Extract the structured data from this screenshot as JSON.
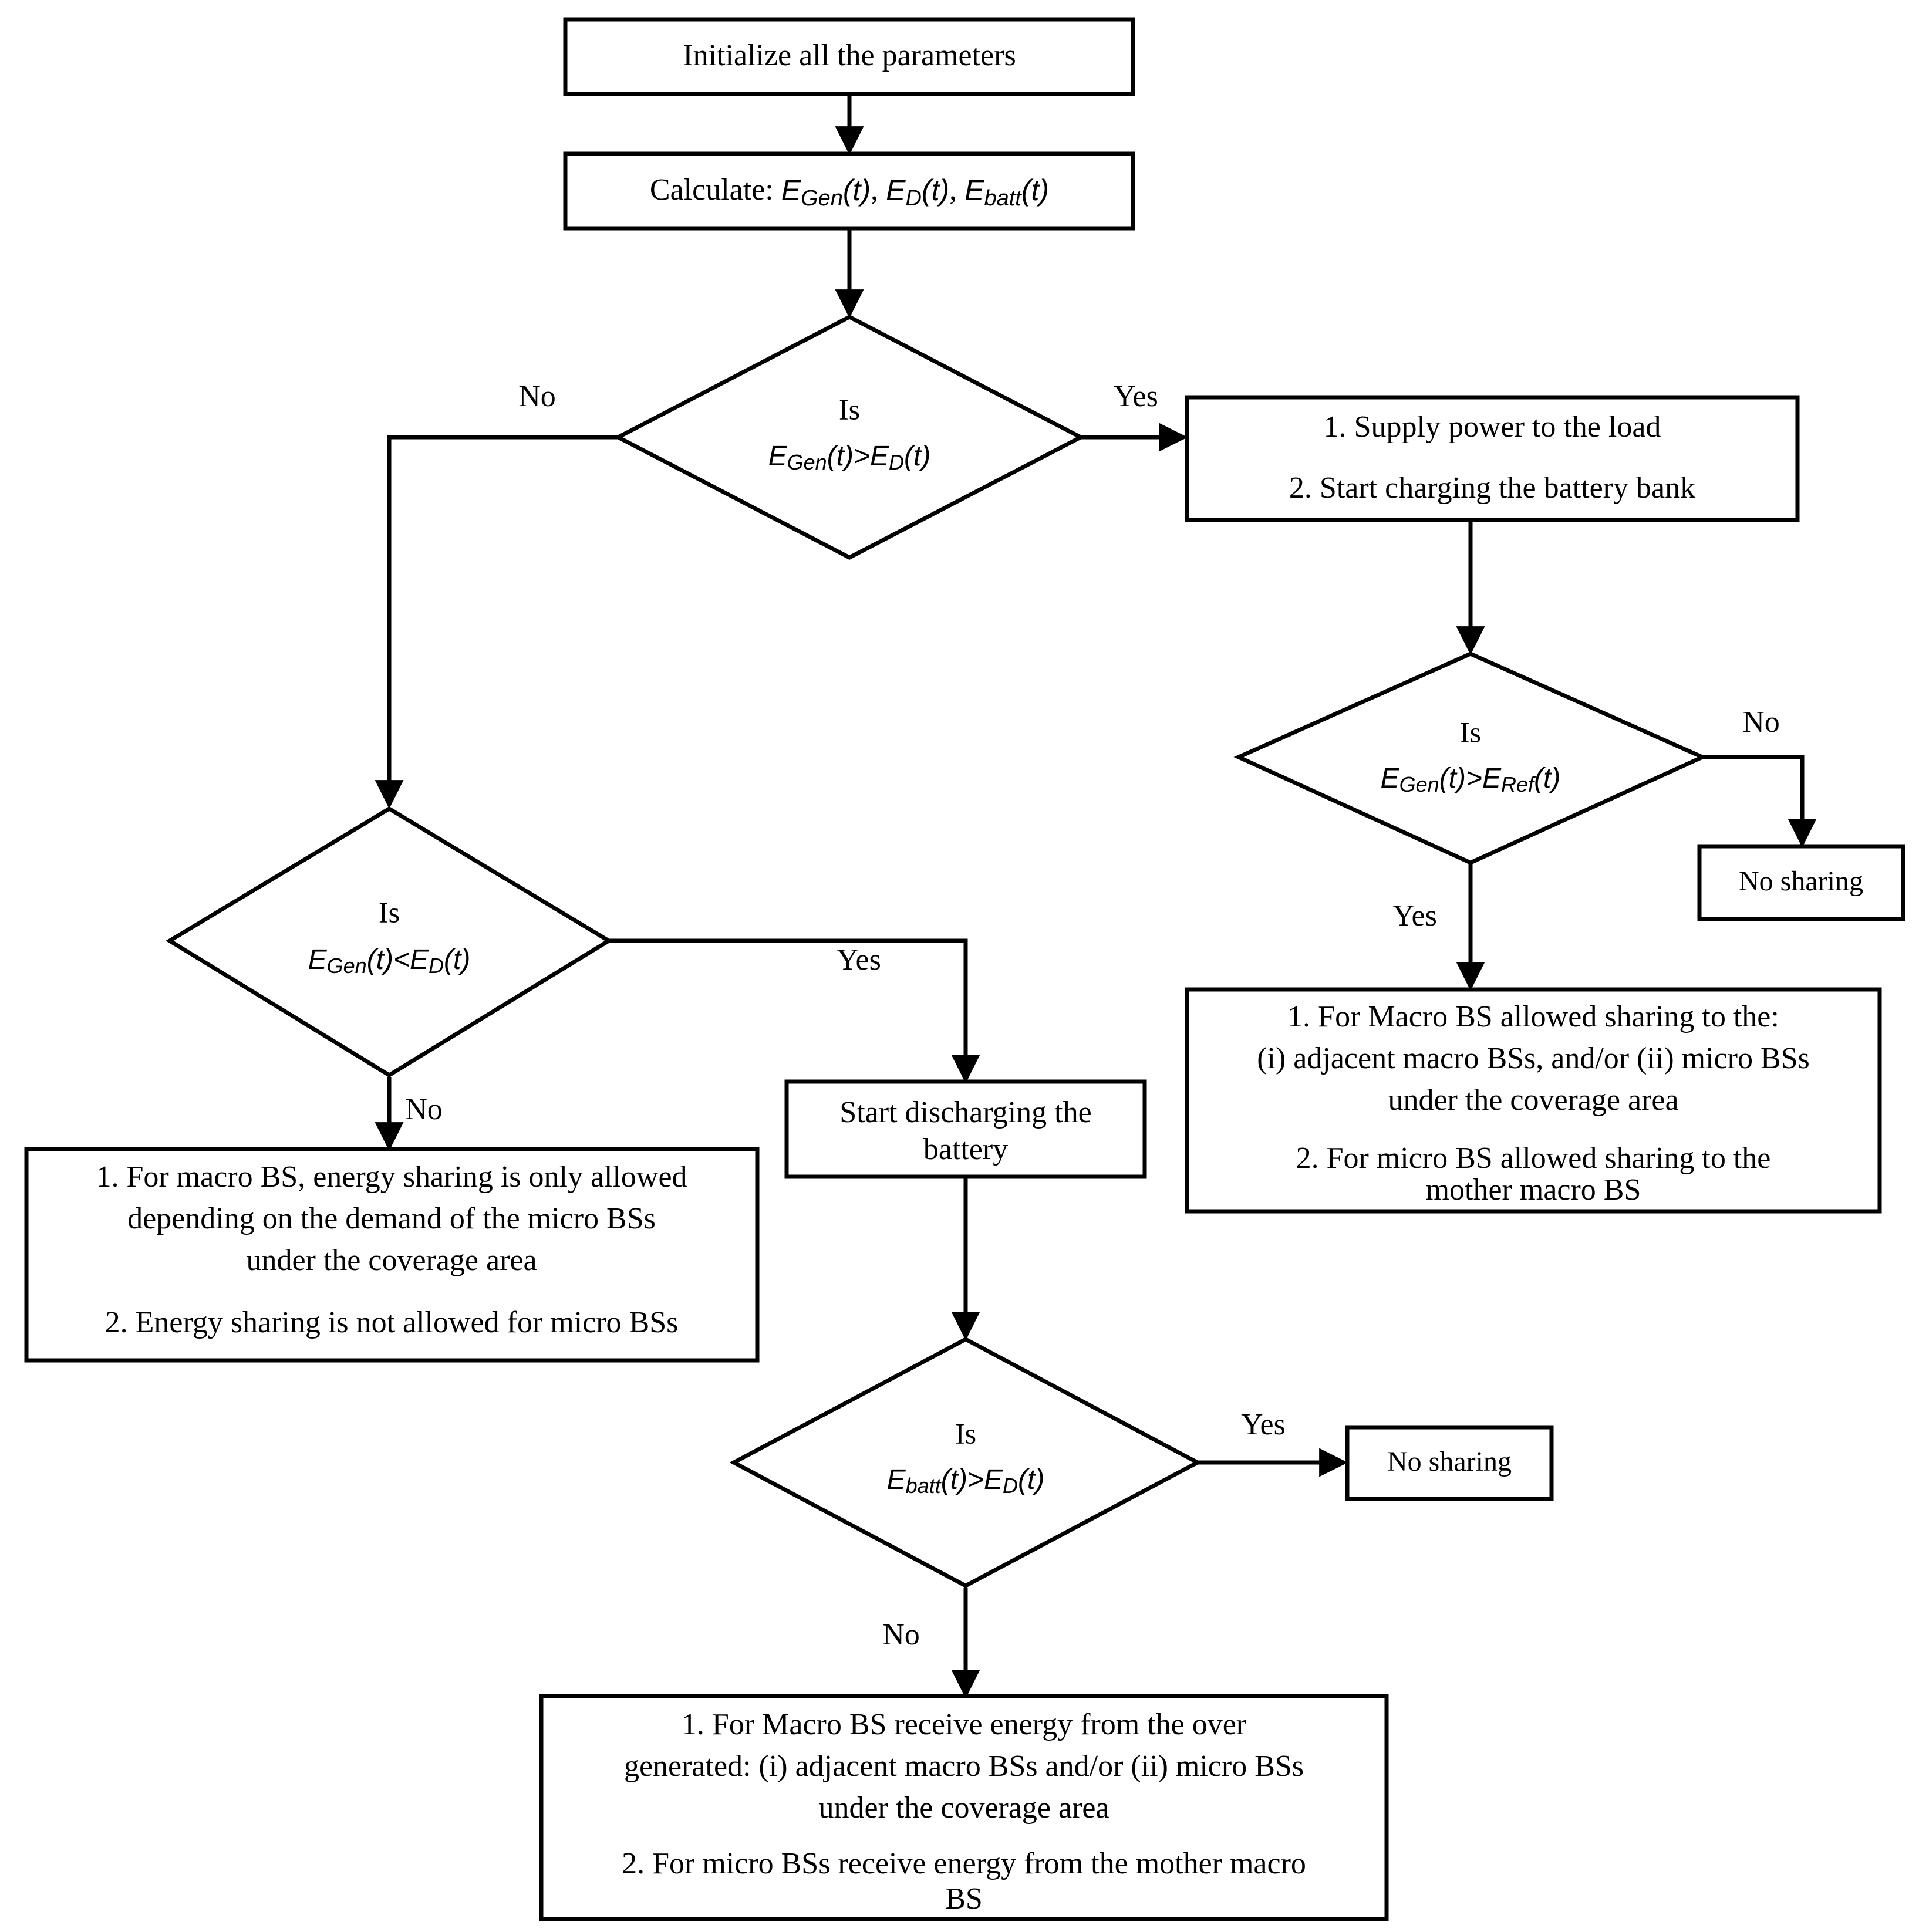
{
  "diagram": {
    "type": "flowchart",
    "title": "Energy sharing decision flowchart for macro and micro base stations",
    "background_color": "#ffffff",
    "line_color": "#000000",
    "text_color": "#000000"
  },
  "nodes": {
    "start": {
      "shape": "rectangle",
      "text": "Initialize all the parameters"
    },
    "calculate": {
      "shape": "rectangle",
      "prefix": "Calculate: ",
      "variables": [
        {
          "base": "E",
          "sub": "Gen",
          "arg": "(t)",
          "sep": ", "
        },
        {
          "base": "E",
          "sub": "D",
          "arg": "(t)",
          "sep": ", "
        },
        {
          "base": "E",
          "sub": "batt",
          "arg": "(t)",
          "sep": ""
        }
      ],
      "text_plain": "Calculate: EGen(t), ED(t), Ebatt(t)"
    },
    "decision_gen_gt_d": {
      "shape": "diamond",
      "line1": "Is",
      "expr": {
        "left": {
          "base": "E",
          "sub": "Gen",
          "arg": "(t)"
        },
        "op": ">",
        "right": {
          "base": "E",
          "sub": "D",
          "arg": "(t)"
        }
      },
      "text_plain": "Is EGen(t)>ED(t)"
    },
    "supply_charge": {
      "shape": "rectangle",
      "lines": [
        "1. Supply power to the load",
        "2. Start charging the battery bank"
      ]
    },
    "decision_gen_gt_ref": {
      "shape": "diamond",
      "line1": "Is",
      "expr": {
        "left": {
          "base": "E",
          "sub": "Gen",
          "arg": "(t)"
        },
        "op": ">",
        "right": {
          "base": "E",
          "sub": "Ref",
          "arg": "(t)"
        }
      },
      "text_plain": "Is EGen(t)>ERef(t)"
    },
    "no_sharing_right": {
      "shape": "rectangle",
      "text": "No sharing"
    },
    "macro_micro_allowed_sharing": {
      "shape": "rectangle",
      "lines": [
        "1.  For Macro BS allowed sharing to the:",
        "(i) adjacent macro BSs, and/or (ii) micro BSs",
        "under the coverage area",
        "",
        "2. For micro BS allowed sharing to the",
        "mother macro BS"
      ]
    },
    "decision_gen_lt_d": {
      "shape": "diamond",
      "line1": "Is",
      "expr": {
        "left": {
          "base": "E",
          "sub": "Gen",
          "arg": "(t)"
        },
        "op": "<",
        "right": {
          "base": "E",
          "sub": "D",
          "arg": "(t)"
        }
      },
      "text_plain": "Is EGen(t)<ED(t)"
    },
    "macro_sharing_on_demand": {
      "shape": "rectangle",
      "lines": [
        "1. For macro BS, energy sharing is only allowed",
        "depending on the demand of the  micro BSs",
        "under the coverage area",
        "",
        "2. Energy sharing is not allowed for micro BSs"
      ]
    },
    "start_discharging": {
      "shape": "rectangle",
      "lines": [
        "Start discharging the",
        "battery"
      ]
    },
    "decision_batt_gt_d": {
      "shape": "diamond",
      "line1": "Is",
      "expr": {
        "left": {
          "base": "E",
          "sub": "batt",
          "arg": "(t)"
        },
        "op": ">",
        "right": {
          "base": "E",
          "sub": "D",
          "arg": "(t)"
        }
      },
      "text_plain": "Is Ebatt(t)>ED(t)"
    },
    "no_sharing_bottom": {
      "shape": "rectangle",
      "text": "No sharing"
    },
    "receive_energy": {
      "shape": "rectangle",
      "lines": [
        "1. For Macro BS receive energy from the over",
        "generated: (i) adjacent macro BSs and/or (ii) micro BSs",
        "under the coverage area",
        "",
        "2. For micro BSs receive energy from the mother macro",
        "BS"
      ]
    }
  },
  "edge_labels": {
    "gen_gt_d_no": "No",
    "gen_gt_d_yes": "Yes",
    "gen_gt_ref_no": "No",
    "gen_gt_ref_yes": "Yes",
    "gen_lt_d_yes": "Yes",
    "gen_lt_d_no": "No",
    "batt_gt_d_yes": "Yes",
    "batt_gt_d_no": "No"
  }
}
